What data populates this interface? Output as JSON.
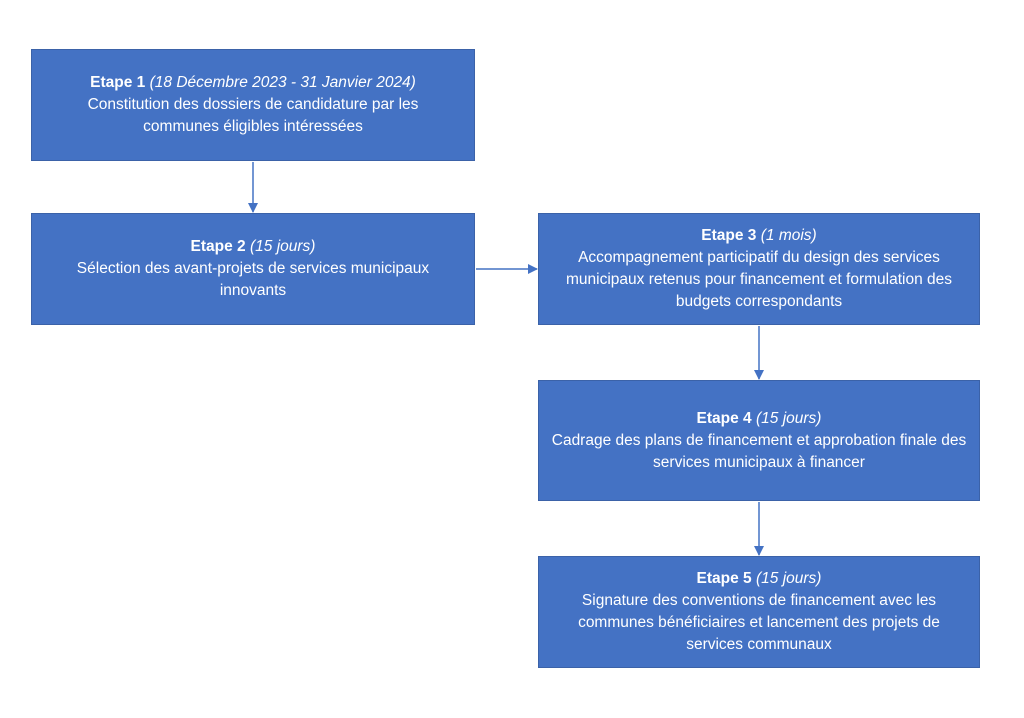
{
  "steps": [
    {
      "name": "Etape 1",
      "period": "(18 Décembre 2023  - 31 Janvier 2024)",
      "description": "Constitution des dossiers de candidature par les communes éligibles intéressées"
    },
    {
      "name": "Etape 2",
      "period": "(15 jours)",
      "description": "Sélection des avant-projets de services municipaux innovants"
    },
    {
      "name": "Etape 3",
      "period": "(1 mois)",
      "description": "Accompagnement participatif du design des services municipaux retenus pour financement et formulation des budgets correspondants"
    },
    {
      "name": "Etape 4",
      "period": "(15 jours)",
      "description": "Cadrage des plans de financement et approbation finale des services municipaux à financer"
    },
    {
      "name": "Etape 5",
      "period": "(15 jours)",
      "description": "Signature des conventions de financement avec les communes bénéficiaires et lancement des projets de services communaux"
    }
  ],
  "colors": {
    "box_fill": "#4472c4",
    "connector": "#4472c4",
    "text": "#ffffff"
  }
}
